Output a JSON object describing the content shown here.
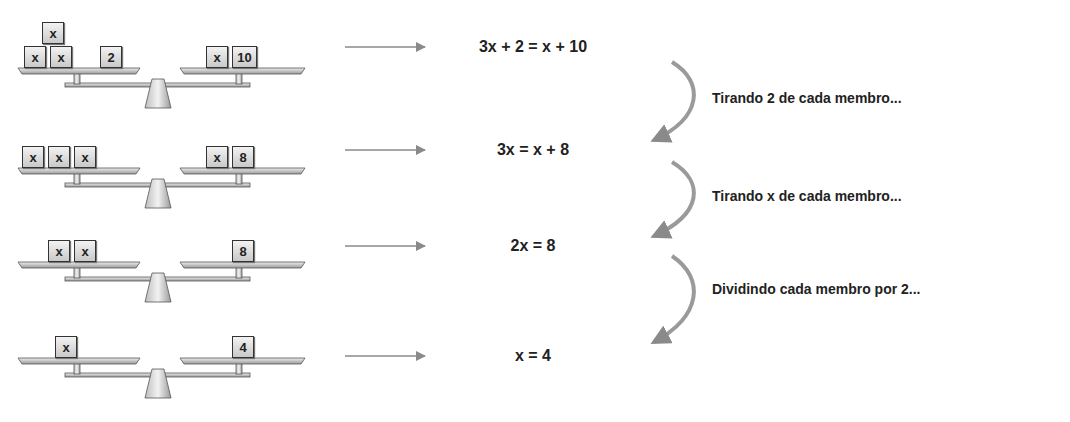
{
  "diagram": {
    "nodes": [
      {
        "text": [
          "x"
        ]
      },
      {
        "text": [
          "x"
        ]
      },
      {
        "text": [
          "x"
        ]
      },
      {
        "text": [
          "2"
        ]
      },
      {
        "text": [
          "x"
        ]
      },
      {
        "text": [
          "10"
        ]
      },
      {
        "text": [
          "x"
        ]
      },
      {
        "text": [
          "x"
        ]
      },
      {
        "text": [
          "x"
        ]
      },
      {
        "text": [
          "x"
        ]
      },
      {
        "text": [
          "8"
        ]
      },
      {
        "text": [
          "x"
        ]
      },
      {
        "text": [
          "x"
        ]
      },
      {
        "text": [
          "8"
        ]
      },
      {
        "text": [
          "x"
        ]
      },
      {
        "text": [
          "4"
        ]
      }
    ],
    "labels": [
      "3x + 2 = x + 10",
      "Tirando 2 de cada membro...",
      "3x = x + 8",
      "Tirando x de cada membro...",
      "2x = 8",
      "Dividindo cada membro por 2...",
      "x = 4"
    ]
  }
}
